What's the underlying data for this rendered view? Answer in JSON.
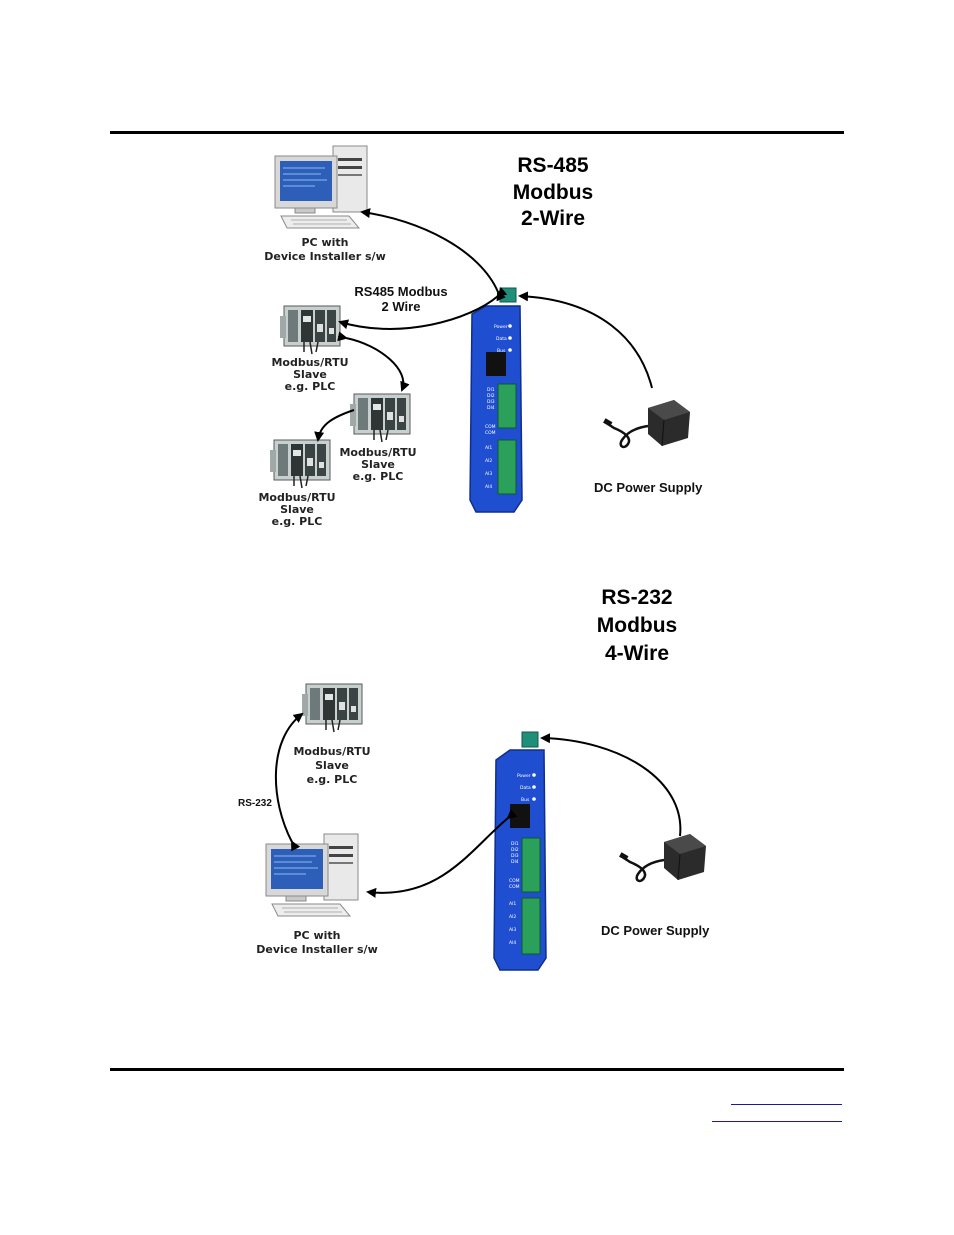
{
  "diagram1": {
    "title_lines": [
      "RS-485",
      "Modbus",
      "2-Wire"
    ],
    "pc_label_lines": [
      "PC with",
      "Device Installer s/w"
    ],
    "link_label_lines": [
      "RS485 Modbus",
      "2 Wire"
    ],
    "slave_label_lines": [
      "Modbus/RTU",
      "Slave",
      "e.g. PLC"
    ],
    "power_label": "DC Power Supply"
  },
  "diagram2": {
    "title_lines": [
      "RS-232",
      "Modbus",
      "4-Wire"
    ],
    "slave_label_lines": [
      "Modbus/RTU",
      "Slave",
      "e.g. PLC"
    ],
    "link_label": "RS-232",
    "pc_label_lines": [
      "PC with",
      "Device Installer s/w"
    ],
    "power_label": "DC Power Supply"
  },
  "device_text": {
    "indicators": [
      "Power",
      "Data",
      "Bus"
    ],
    "terminals_top": [
      "DI1",
      "DI2",
      "DI3",
      "DI4"
    ],
    "com": [
      "COM",
      "COM"
    ],
    "terminals_bottom": [
      "AI1",
      "AI2",
      "AI3",
      "AI4"
    ]
  },
  "colors": {
    "device_blue": "#1f4fd0",
    "terminal_green": "#2aa05a",
    "connector_teal": "#1f8f7a",
    "screen_blue": "#2d5fb8"
  }
}
